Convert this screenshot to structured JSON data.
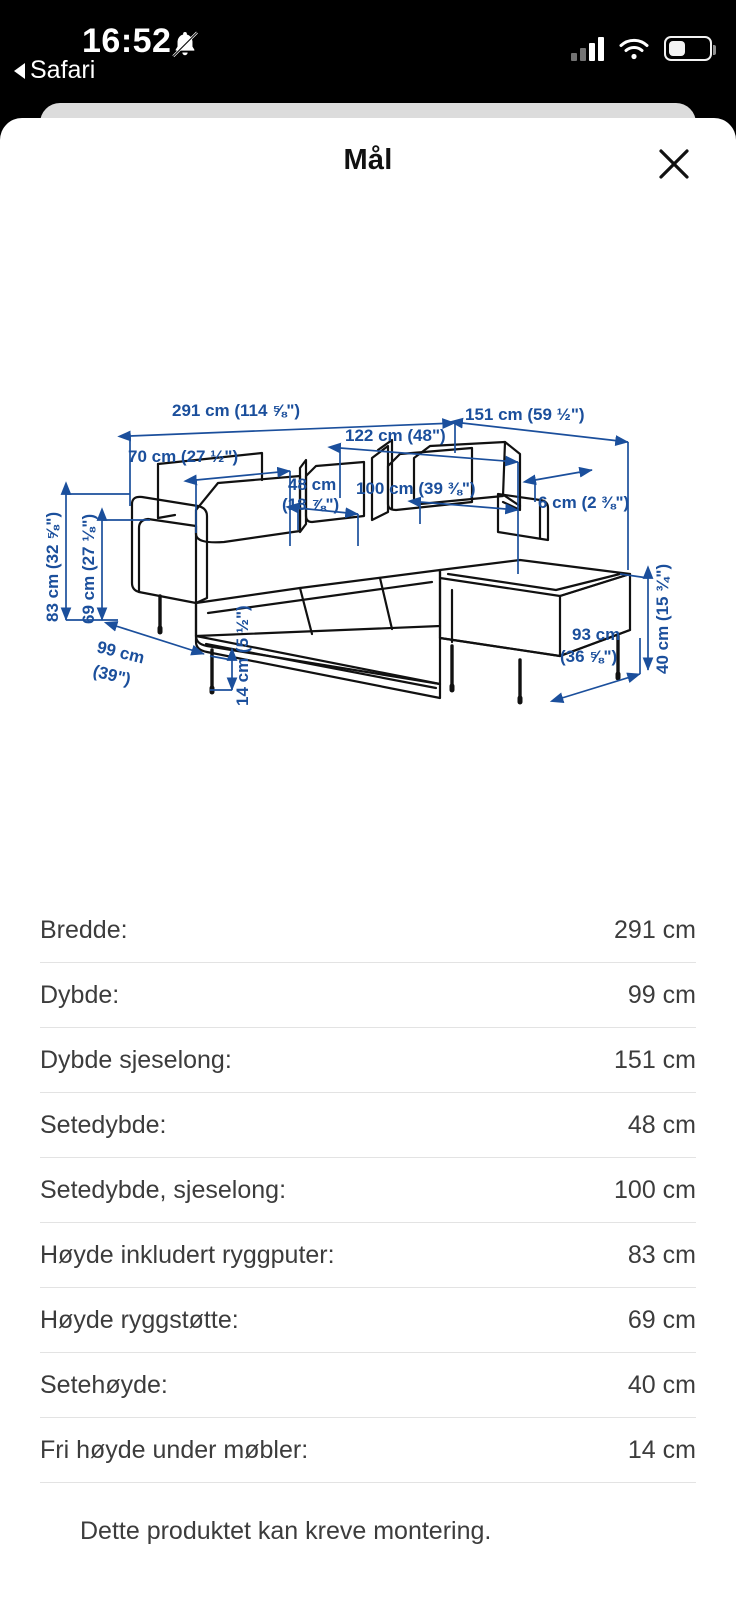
{
  "statusbar": {
    "time": "16:52",
    "bell_icon": "bell-slash-icon",
    "back_label": "Safari",
    "back_icon": "back-triangle-icon",
    "signal_icon": "cellular-signal-icon",
    "wifi_icon": "wifi-icon",
    "battery_icon": "battery-icon"
  },
  "sheet": {
    "title": "Mål",
    "close_icon": "close-icon"
  },
  "chart_data": {
    "type": "diagram",
    "title": "Mål",
    "subject": "sectional sofa with chaise longue",
    "accent_color": "#1B4F9C",
    "line_color": "#111111",
    "annotations": [
      {
        "name": "total-width",
        "text": "291 cm (114 ⅝\")",
        "orientation": "horizontal",
        "cm": 291,
        "inch": "114 5/8"
      },
      {
        "name": "chaise-depth",
        "text": "151 cm (59 ½\")",
        "orientation": "horizontal",
        "cm": 151,
        "inch": "59 1/2"
      },
      {
        "name": "seat-width-section",
        "text": "70 cm (27 ½\")",
        "orientation": "horizontal",
        "cm": 70,
        "inch": "27 1/2"
      },
      {
        "name": "chaise-width",
        "text": "122 cm (48\")",
        "orientation": "horizontal",
        "cm": 122,
        "inch": "48"
      },
      {
        "name": "seat-depth",
        "text": "48 cm",
        "orientation": "horizontal",
        "cm": 48,
        "inch": "18 7/8"
      },
      {
        "name": "seat-depth-inch",
        "text": "(18 ⅞\")",
        "orientation": "horizontal",
        "cm": null,
        "inch": "18 7/8"
      },
      {
        "name": "seat-depth-chaise",
        "text": "100 cm (39 ⅜\")",
        "orientation": "horizontal",
        "cm": 100,
        "inch": "39 3/8"
      },
      {
        "name": "armrest-thickness",
        "text": "6 cm (2 ⅜\")",
        "orientation": "horizontal",
        "cm": 6,
        "inch": "2 3/8"
      },
      {
        "name": "chaise-seat-depth-93",
        "text": "93 cm",
        "orientation": "horizontal",
        "cm": 93,
        "inch": "36 5/8"
      },
      {
        "name": "chaise-seat-depth-inch",
        "text": "(36 ⅝\")",
        "orientation": "horizontal",
        "cm": null,
        "inch": "36 5/8"
      },
      {
        "name": "height-with-cushions",
        "text": "83 cm (32 ⅝\")",
        "orientation": "vertical",
        "cm": 83,
        "inch": "32 5/8"
      },
      {
        "name": "backrest-height",
        "text": "69 cm (27 ⅛\")",
        "orientation": "vertical",
        "cm": 69,
        "inch": "27 1/8"
      },
      {
        "name": "seat-height",
        "text": "40 cm (15 ¾\")",
        "orientation": "vertical",
        "cm": 40,
        "inch": "15 3/4"
      },
      {
        "name": "clearance-under",
        "text": "14 cm (5 ½\")",
        "orientation": "vertical",
        "cm": 14,
        "inch": "5 1/2"
      },
      {
        "name": "depth",
        "text": "99 cm",
        "orientation": "diagonal",
        "cm": 99,
        "inch": "39"
      },
      {
        "name": "depth-inch",
        "text": "(39\")",
        "orientation": "diagonal",
        "cm": null,
        "inch": "39"
      }
    ]
  },
  "specs": [
    {
      "label": "Bredde:",
      "value": "291 cm"
    },
    {
      "label": "Dybde:",
      "value": "99 cm"
    },
    {
      "label": "Dybde sjeselong:",
      "value": "151 cm"
    },
    {
      "label": "Setedybde:",
      "value": "48 cm"
    },
    {
      "label": "Setedybde, sjeselong:",
      "value": "100 cm"
    },
    {
      "label": "Høyde inkludert ryggputer:",
      "value": "83 cm"
    },
    {
      "label": "Høyde ryggstøtte:",
      "value": "69 cm"
    },
    {
      "label": "Setehøyde:",
      "value": "40 cm"
    },
    {
      "label": "Fri høyde under møbler:",
      "value": "14 cm"
    }
  ],
  "note": "Dette produktet kan kreve montering."
}
